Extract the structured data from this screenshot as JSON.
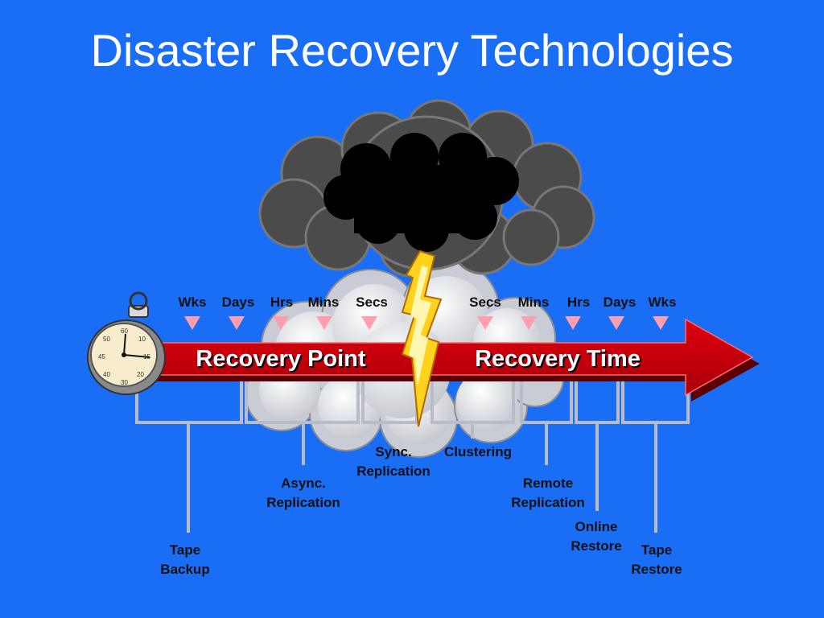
{
  "title": "Disaster Recovery Technologies",
  "arrow": {
    "left_label": "Recovery Point",
    "right_label": "Recovery Time"
  },
  "point_scale": [
    "Wks",
    "Days",
    "Hrs",
    "Mins",
    "Secs"
  ],
  "time_scale": [
    "Secs",
    "Mins",
    "Hrs",
    "Days",
    "Wks"
  ],
  "technologies": [
    {
      "line1": "Tape",
      "line2": "Backup"
    },
    {
      "line1": "Async.",
      "line2": "Replication"
    },
    {
      "line1": "Sync.",
      "line2": "Replication"
    },
    {
      "line1": "Clustering",
      "line2": ""
    },
    {
      "line1": "Remote",
      "line2": "Replication"
    },
    {
      "line1": "Online",
      "line2": "Restore"
    },
    {
      "line1": "Tape",
      "line2": "Restore"
    }
  ],
  "colors": {
    "background": "#1a6ef5",
    "arrow": "#c8000a",
    "marker": "#ff9fae",
    "bracket": "#b8bcc8",
    "storm_cloud": "#555555",
    "storm_core": "#000000",
    "calm_cloud": "#d0d3da",
    "lightning": "#ffd21e"
  },
  "icons": [
    "stopwatch-icon",
    "storm-cloud-icon",
    "lightning-bolt-icon"
  ]
}
